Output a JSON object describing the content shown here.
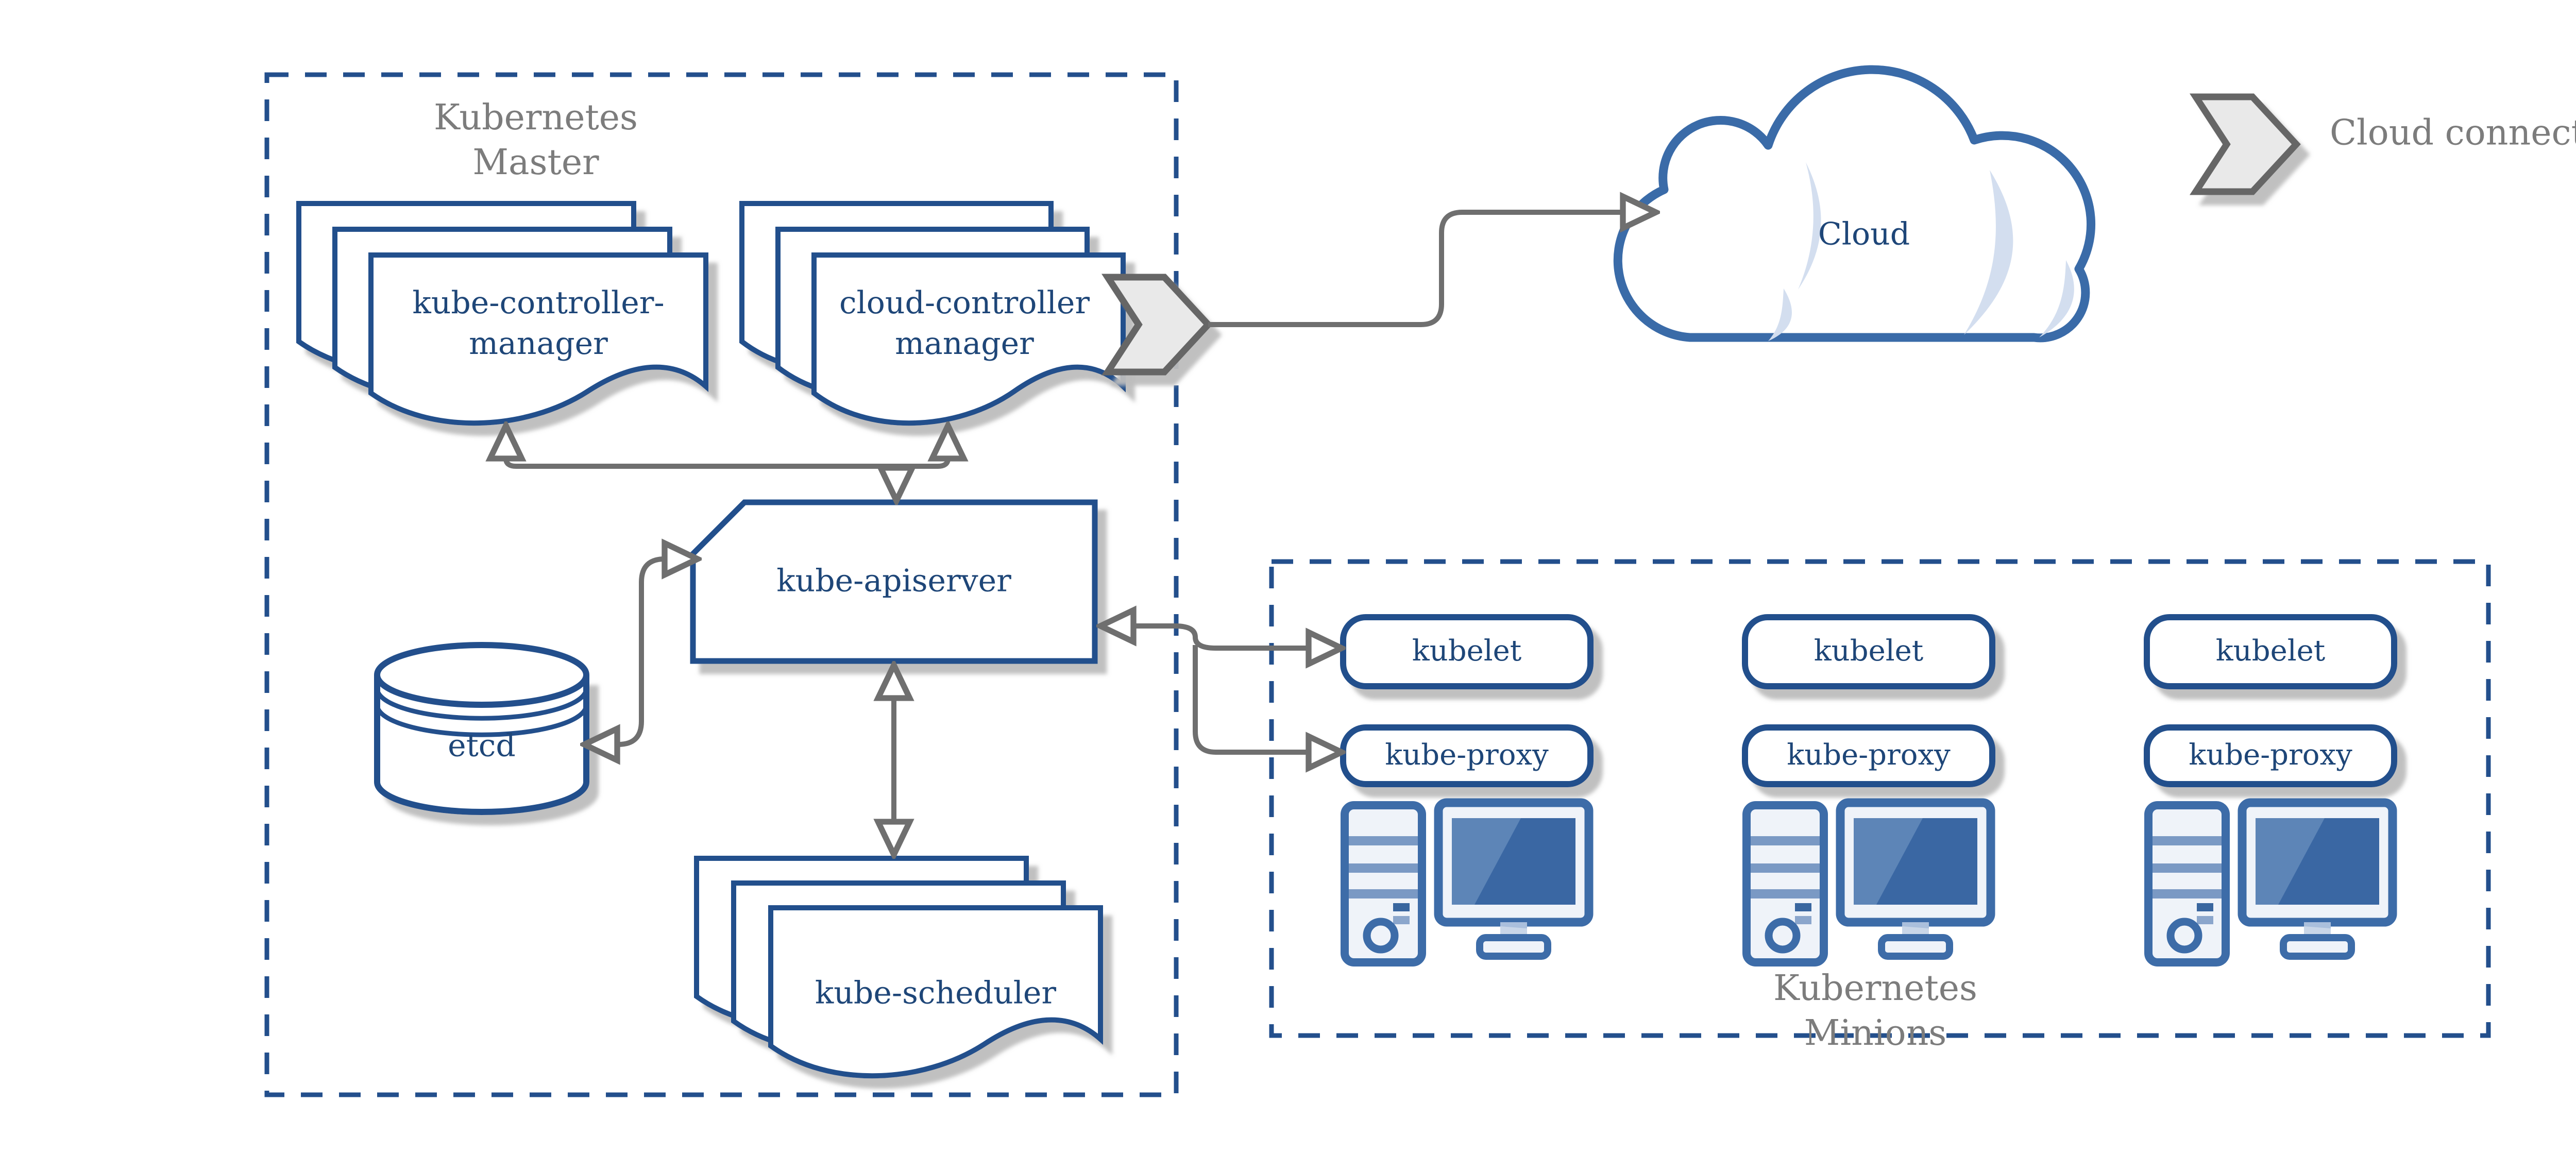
{
  "diagram": {
    "master": {
      "title_line1": "Kubernetes",
      "title_line2": "Master"
    },
    "nodes": {
      "kube_controller_manager": {
        "line1": "kube-controller-",
        "line2": "manager"
      },
      "cloud_controller_manager": {
        "line1": "cloud-controller",
        "line2": "manager"
      },
      "kube_apiserver": {
        "label": "kube-apiserver"
      },
      "etcd": {
        "label": "etcd"
      },
      "kube_scheduler": {
        "label": "kube-scheduler"
      },
      "cloud": {
        "label": "Cloud"
      }
    },
    "minions": {
      "title_line1": "Kubernetes",
      "title_line2": "Minions",
      "columns": [
        {
          "kubelet": "kubelet",
          "kube_proxy": "kube-proxy"
        },
        {
          "kubelet": "kubelet",
          "kube_proxy": "kube-proxy"
        },
        {
          "kubelet": "kubelet",
          "kube_proxy": "kube-proxy"
        }
      ]
    },
    "legend": {
      "cloud_connector": "Cloud connector"
    },
    "colors": {
      "node_border_blue": "#234f8c",
      "node_text_blue": "#1e4678",
      "cloud_blue": "#3a6ba8",
      "cloud_sliver_blue": "#d3deef",
      "computer_blue": "#3d6ca8",
      "computer_light": "#eff3f9",
      "arrow_gray": "#6f6f6f",
      "label_gray": "#7c7c7c",
      "shadow_gray": "#bdbdbd",
      "chevron_fill": "#e9e9e9",
      "chevron_border": "#666666"
    }
  }
}
